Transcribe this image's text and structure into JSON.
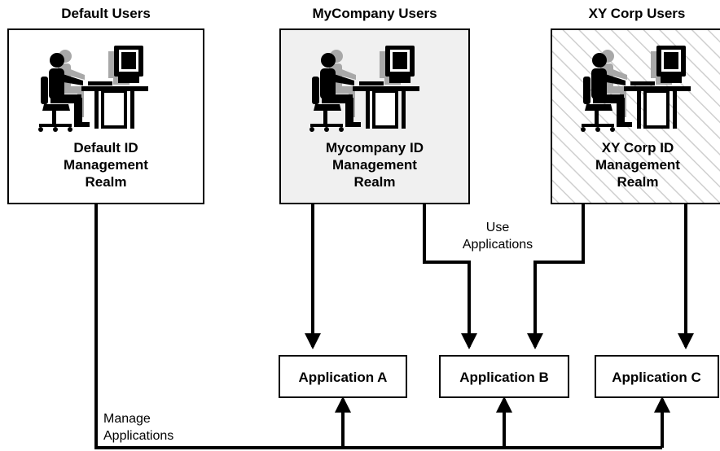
{
  "groups": {
    "default": {
      "title": "Default Users",
      "realm_lines": [
        "Default ID",
        "Management",
        "Realm"
      ]
    },
    "mycompany": {
      "title": "MyCompany Users",
      "realm_lines": [
        "Mycompany ID",
        "Management",
        "Realm"
      ]
    },
    "xycorp": {
      "title": "XY Corp Users",
      "realm_lines": [
        "XY Corp ID",
        "Management",
        "Realm"
      ]
    }
  },
  "applications": {
    "a": "Application A",
    "b": "Application B",
    "c": "Application C"
  },
  "flows": {
    "use_lines": [
      "Use",
      "Applications"
    ],
    "manage_lines": [
      "Manage",
      "Applications"
    ]
  },
  "icons": {
    "user": "user-at-computer-icon"
  },
  "colors": {
    "default_fill": "#ffffff",
    "mycompany_fill": "#f0f0f0",
    "xycorp_fill": "#ffffff",
    "hatch": "#cfcfcf",
    "line": "#000000"
  }
}
